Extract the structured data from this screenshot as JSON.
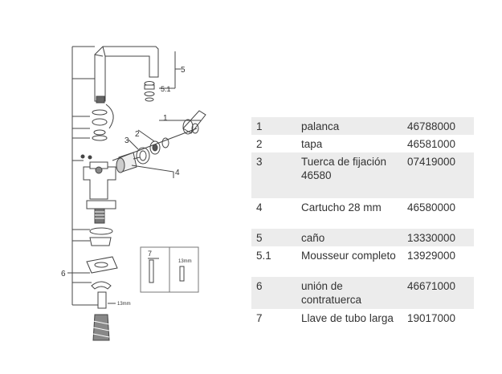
{
  "diagram": {
    "callouts": [
      "5",
      "5.1",
      "1",
      "2",
      "3",
      "4",
      "6",
      "7"
    ],
    "dimension_labels": [
      "13mm",
      "13mm"
    ]
  },
  "parts": [
    {
      "num": "1",
      "name": "palanca",
      "code": "46788000"
    },
    {
      "num": "2",
      "name": "tapa",
      "code": "46581000"
    },
    {
      "num": "3",
      "name": "Tuerca de fijación 46580",
      "code": "07419000"
    },
    {
      "num": "4",
      "name": "Cartucho 28 mm",
      "code": "46580000"
    },
    {
      "num": "5",
      "name": "caño",
      "code": "13330000"
    },
    {
      "num": "5.1",
      "name": "Mousseur completo",
      "code": "13929000"
    },
    {
      "num": "6",
      "name": "unión de contratuerca",
      "code": "46671000"
    },
    {
      "num": "7",
      "name": "Llave de tubo larga",
      "code": "19017000"
    }
  ]
}
